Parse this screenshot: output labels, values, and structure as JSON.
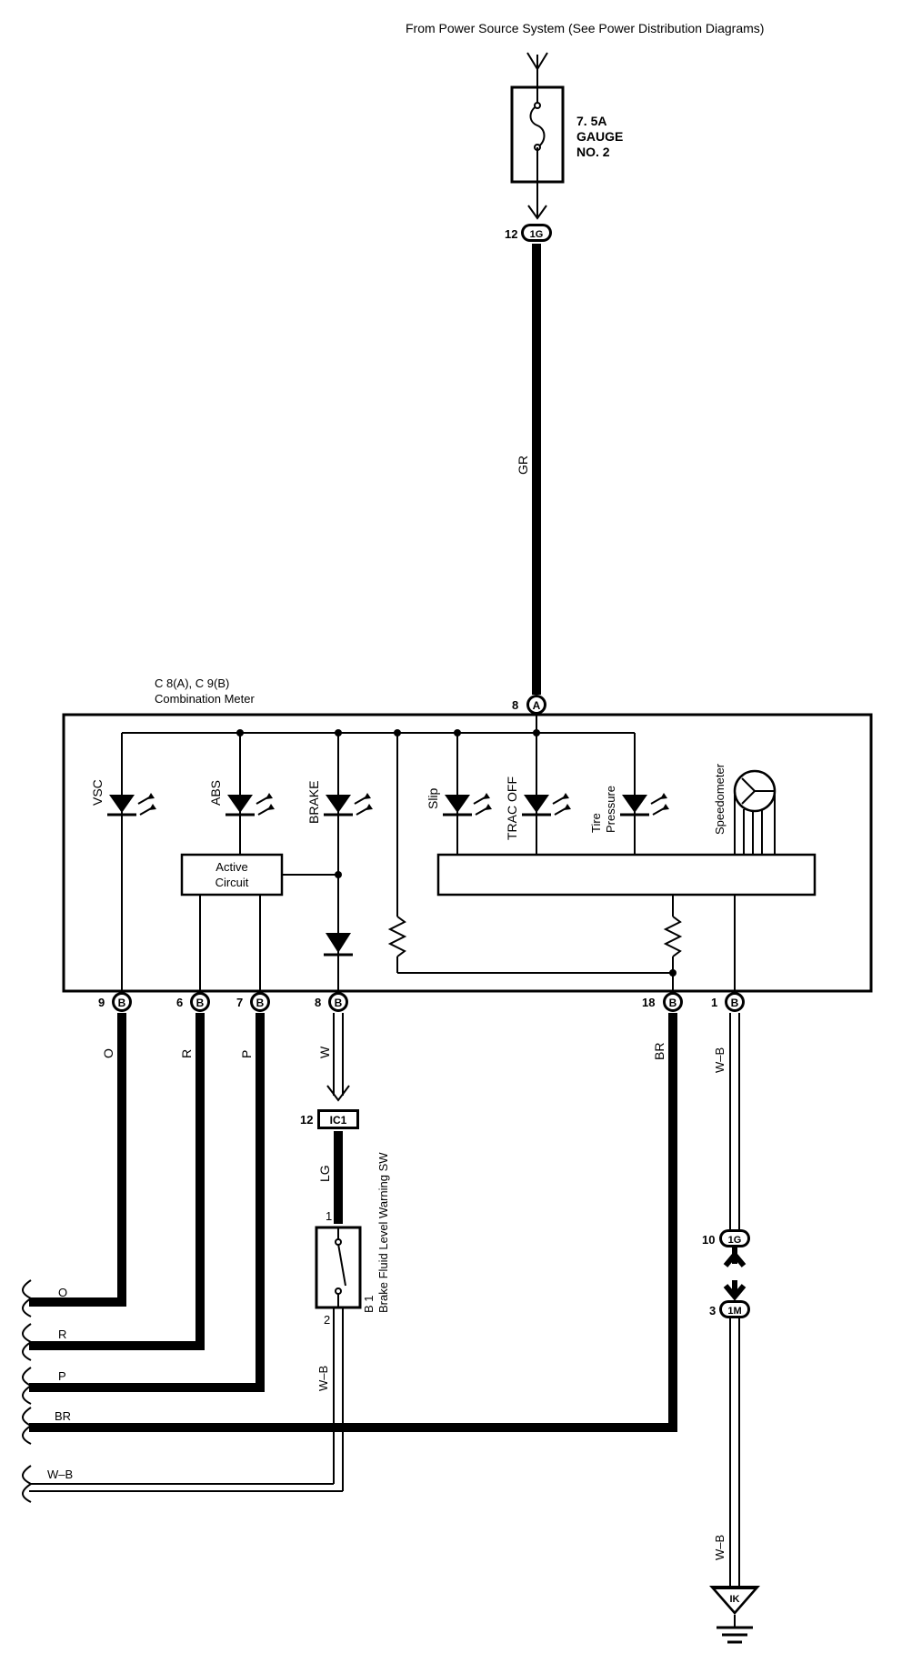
{
  "header": {
    "source_note": "From Power Source System (See Power Distribution Diagrams)"
  },
  "fuse": {
    "rating": "7. 5A",
    "name_line1": "GAUGE",
    "name_line2": "NO. 2"
  },
  "connectors": {
    "j_1g_top": {
      "pin": "12",
      "code": "1G"
    },
    "meter_a": {
      "pin": "8",
      "code": "A"
    },
    "meter_b9": {
      "pin": "9",
      "code": "B"
    },
    "meter_b6": {
      "pin": "6",
      "code": "B"
    },
    "meter_b7": {
      "pin": "7",
      "code": "B"
    },
    "meter_b8": {
      "pin": "8",
      "code": "B"
    },
    "meter_b18": {
      "pin": "18",
      "code": "B"
    },
    "meter_b1": {
      "pin": "1",
      "code": "B"
    },
    "ic1": {
      "pin": "12",
      "code": "IC1"
    },
    "j_1g_bottom": {
      "pin": "10",
      "code": "1G"
    },
    "j_1m": {
      "pin": "3",
      "code": "1M"
    },
    "ground": {
      "code": "IK"
    }
  },
  "meter": {
    "id_label": "C 8(A), C 9(B)",
    "name": "Combination Meter",
    "lamps": {
      "vsc": "VSC",
      "abs": "ABS",
      "brake": "BRAKE",
      "slip": "Slip",
      "trac_off": "TRAC OFF",
      "tire_line1": "Tire",
      "tire_line2": "Pressure"
    },
    "speedometer": "Speedometer",
    "active_circuit_line1": "Active",
    "active_circuit_line2": "Circuit"
  },
  "wires": {
    "gr": "GR",
    "o": "O",
    "r": "R",
    "p": "P",
    "w": "W",
    "br": "BR",
    "w_b": "W–B",
    "lg": "LG"
  },
  "switch": {
    "pin_top": "1",
    "pin_bottom": "2",
    "id": "B 1",
    "name": "Brake Fluid Level Warning SW"
  },
  "left_wires": {
    "o": "O",
    "r": "R",
    "p": "P",
    "br": "BR",
    "w_b": "W–B"
  }
}
